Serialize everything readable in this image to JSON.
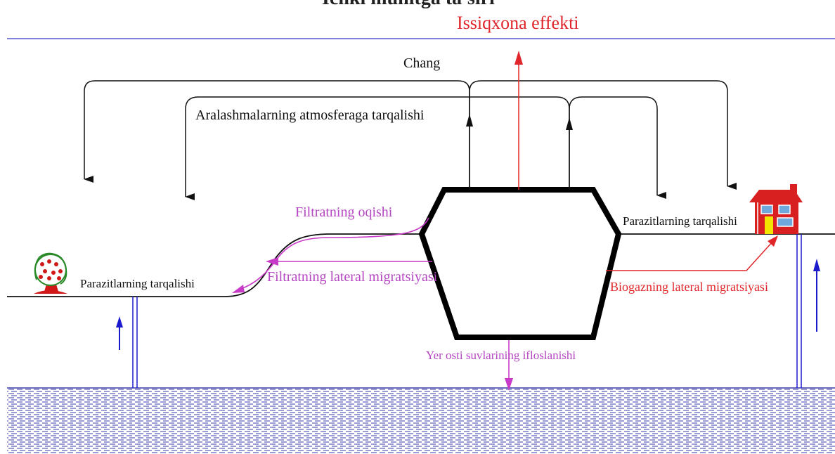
{
  "diagram": {
    "top_title_fragment": "Ichki muhitga ta'siri",
    "greenhouse_effect": "Issiqxona effekti",
    "dust": "Chang",
    "atmosphere_spread": "Aralashmalarning atmosferaga tarqalishi",
    "leachate_flow": "Filtratning oqishi",
    "leachate_lateral": "Filtratning lateral migratsiyasi",
    "parasites_left": "Parazitlarning tarqalishi",
    "parasites_right": "Parazitlarning tarqalishi",
    "biogas_lateral": "Biogazning lateral migratsiyasi",
    "groundwater_pollution": "Yer osti suvlarining ifloslanishi"
  },
  "colors": {
    "black": "#111111",
    "red": "#e0262a",
    "magenta": "#c83ac8",
    "blue": "#1a1acc",
    "water_hatch": "#3a3aa8"
  },
  "icons": [
    "tree-icon",
    "house-icon"
  ]
}
